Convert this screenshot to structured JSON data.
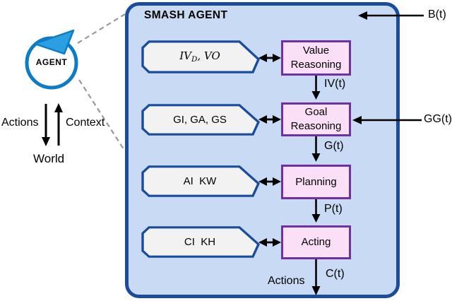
{
  "figure": {
    "title": "SMASH AGENT",
    "b_input_label": "B(t)",
    "gg_input_label": "GG(t)"
  },
  "agent_loop": {
    "label": "AGENT",
    "actions_label": "Actions",
    "context_label": "Context",
    "world_label": "World"
  },
  "rows": [
    {
      "plaque": {
        "main": "IV",
        "sub": "D",
        "rest": ", VO"
      },
      "module": "Value Reasoning",
      "out_label": "IV(t)"
    },
    {
      "plaque_text": "GI, GA, GS",
      "module": "Goal Reasoning",
      "out_label": "G(t)"
    },
    {
      "plaque_text": "AI  KW",
      "module": "Planning",
      "out_label": "P(t)"
    },
    {
      "plaque_text": "CI  KH",
      "module": "Acting",
      "out_label": "C(t)"
    }
  ],
  "bottom": {
    "actions_label": "Actions"
  },
  "colors": {
    "big_box_fill": "#c9daf4",
    "big_box_border": "#1b4c9c",
    "module_fill": "#fbdff6",
    "module_border": "#7030a0",
    "plaque_fill": "#f2f2f2",
    "plaque_border": "#1b4c9c",
    "agent_blue": "#0d7cc4",
    "agent_arrow_fill": "#2b9fe2",
    "dash_gray": "#999999",
    "arrow_black": "#000000"
  }
}
